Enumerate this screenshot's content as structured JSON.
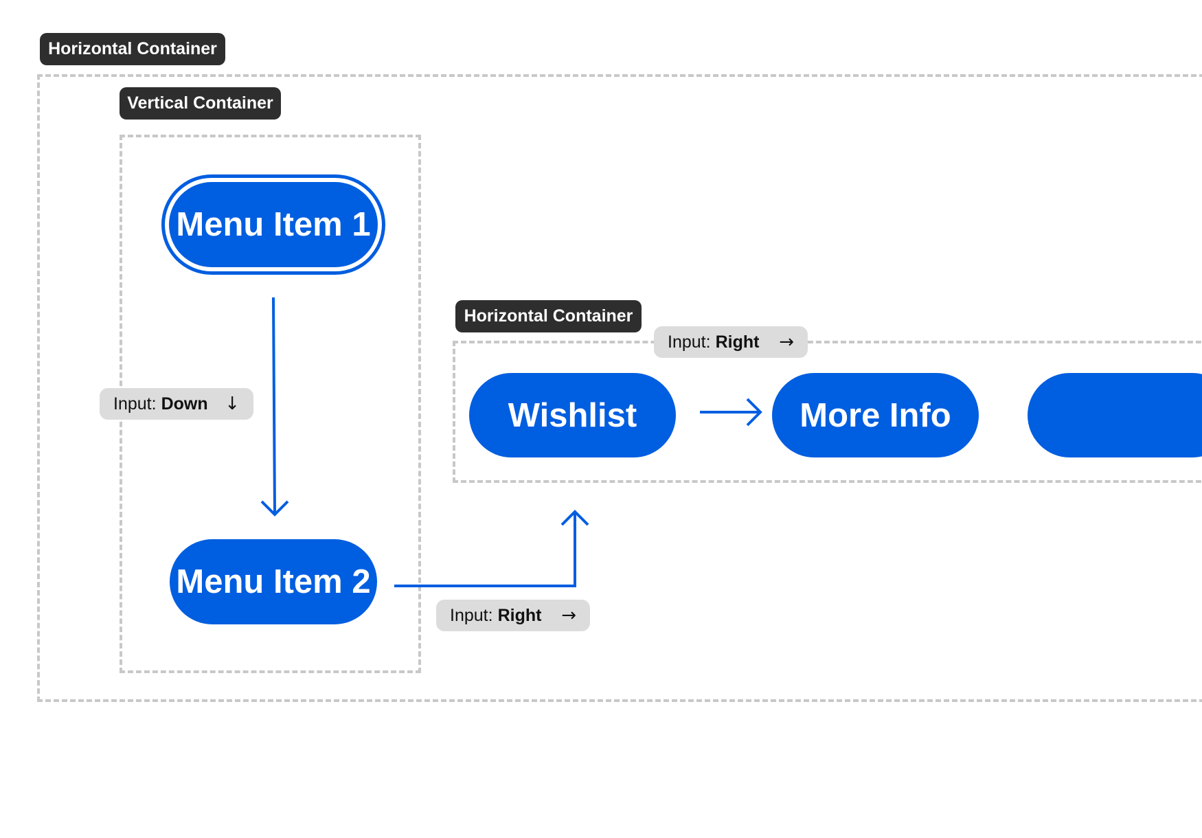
{
  "colors": {
    "accent": "#005ee0",
    "tag_bg": "#2e2e2e",
    "chip_bg": "#dcdcdc",
    "dash": "#c8c8c8"
  },
  "outer_container": {
    "label": "Horizontal Container"
  },
  "vertical_container": {
    "label": "Vertical Container",
    "items": [
      {
        "label": "Menu Item 1",
        "focused": true
      },
      {
        "label": "Menu Item 2",
        "focused": false
      }
    ]
  },
  "inner_container": {
    "label": "Horizontal Container",
    "items": [
      {
        "label": "Wishlist"
      },
      {
        "label": "More Info"
      },
      {
        "label": ""
      }
    ]
  },
  "inputs": {
    "down": {
      "prefix": "Input:",
      "direction": "Down",
      "arrow": "↓"
    },
    "right_bottom": {
      "prefix": "Input:",
      "direction": "Right",
      "arrow": "→"
    },
    "right_top": {
      "prefix": "Input:",
      "direction": "Right",
      "arrow": "→"
    }
  }
}
